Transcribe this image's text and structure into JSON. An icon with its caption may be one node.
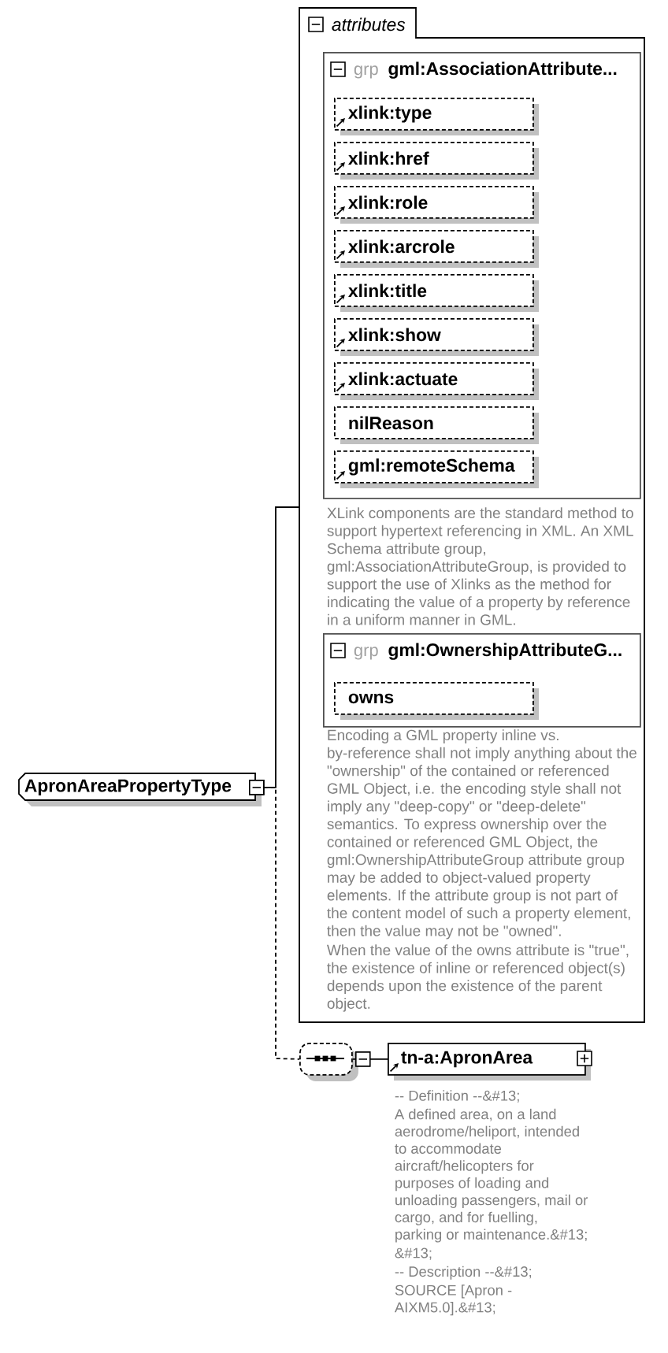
{
  "diagram": {
    "nodes": [
      {
        "text": [
          "ApronAreaPropertyType"
        ]
      },
      {
        "text": [
          "attributes"
        ]
      },
      {
        "text": [
          "grp",
          "gml:AssociationAttribute..."
        ],
        "in": 1,
        "beside": [
          "XLink components are the standard method to support hypertext referencing in XML. An XML Schema attribute group, gml:AssociationAttributeGroup, is provided to support the use of Xlinks as the method for indicating the value of a property by reference in a uniform manner in GML."
        ]
      },
      {
        "text": [
          "xlink:type"
        ],
        "in": 2
      },
      {
        "text": [
          "xlink:href"
        ],
        "in": 2
      },
      {
        "text": [
          "xlink:role"
        ],
        "in": 2
      },
      {
        "text": [
          "xlink:arcrole"
        ],
        "in": 2
      },
      {
        "text": [
          "xlink:title"
        ],
        "in": 2
      },
      {
        "text": [
          "xlink:show"
        ],
        "in": 2
      },
      {
        "text": [
          "xlink:actuate"
        ],
        "in": 2
      },
      {
        "text": [
          "nilReason"
        ],
        "in": 2
      },
      {
        "text": [
          "gml:remoteSchema"
        ],
        "in": 2
      },
      {
        "text": [
          "grp",
          "gml:OwnershipAttributeG..."
        ],
        "in": 1,
        "beside": [
          "Encoding a GML property inline vs. by-reference shall not imply anything about the \"ownership\" of the contained or referenced GML Object, i.e. the encoding style shall not imply any \"deep-copy\" or \"deep-delete\" semantics. To express ownership over the contained or referenced GML Object, the gml:OwnershipAttributeGroup attribute group may be added to object-valued property elements. If the attribute group is not part of the content model of such a property element, then the value may not be \"owned\".",
          "When the value of the owns attribute is \"true\", the existence of inline or referenced object(s) depends upon the existence of the parent object."
        ]
      },
      {
        "text": [
          "owns"
        ],
        "in": 12
      },
      {
        "text": [],
        "shape": "box"
      },
      {
        "text": [
          "tn-a:ApronArea"
        ],
        "beside": [
          "-- Definition --&#13;",
          "A defined area, on a land aerodrome/heliport, intended to accommodate aircraft/helicopters for purposes of loading and unloading passengers, mail or cargo, and for fuelling, parking or maintenance.&#13;",
          "&#13;",
          "-- Description --&#13;",
          "SOURCE [Apron - AIXM5.0].&#13;"
        ]
      }
    ],
    "edges": [
      {
        "from": 0,
        "to": 1,
        "arrow": "other"
      },
      {
        "from": 0,
        "to": 14,
        "arrow": "other",
        "style": "dashed"
      },
      {
        "from": 14,
        "to": 15,
        "arrow": "other"
      }
    ]
  }
}
